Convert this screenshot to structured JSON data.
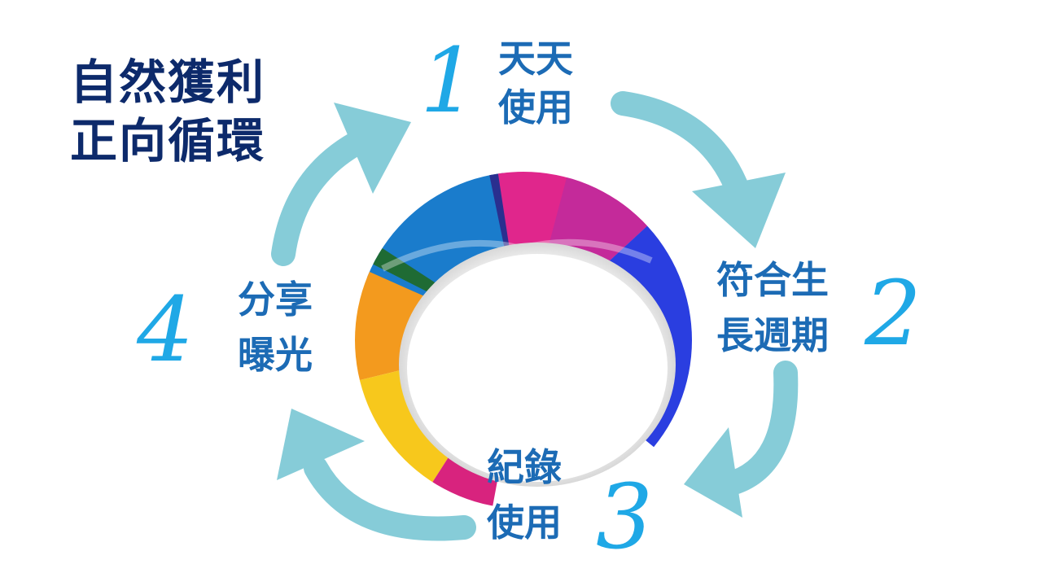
{
  "title": {
    "line1": "自然獲利",
    "line2": "正向循環"
  },
  "steps": [
    {
      "number": "1",
      "line1": "天天",
      "line2": "使用"
    },
    {
      "number": "2",
      "line1": "符合生",
      "line2": "長週期"
    },
    {
      "number": "3",
      "line1": "紀錄",
      "line2": "使用"
    },
    {
      "number": "4",
      "line1": "分享",
      "line2": "曝光"
    }
  ],
  "colors": {
    "title": "#0d2a6b",
    "step_label": "#1c6bb5",
    "step_number": "#1fa8e6",
    "arrow": "#86ccd8"
  }
}
